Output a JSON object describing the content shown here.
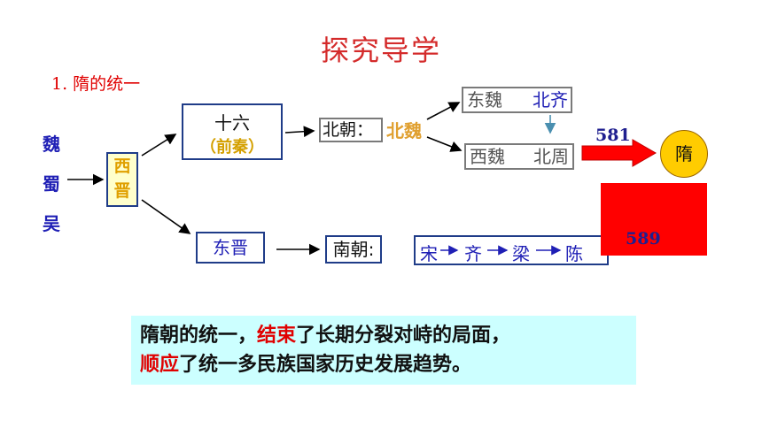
{
  "title": "探究导学",
  "section": "1. 隋的统一",
  "states": [
    "魏",
    "蜀",
    "吴"
  ],
  "xijin": [
    "西",
    "晋"
  ],
  "shiliu": {
    "line1": "十六",
    "line2": "（前秦）"
  },
  "beichao": {
    "label": "北朝：",
    "dynasty": "北魏"
  },
  "dongwei": {
    "a": "东魏",
    "b": "北齐"
  },
  "xiwei": {
    "a": "西魏",
    "b": "北周"
  },
  "dongjin": "东晋",
  "nanchao": "南朝:",
  "southern": [
    "宋",
    "齐",
    "梁",
    "陈"
  ],
  "year_581": "581",
  "year_589": "589",
  "sui": "隋",
  "summary": {
    "line1_a": "隋朝的统一，",
    "line1_red": "结束",
    "line1_b": "了长期分裂对峙的局面，",
    "line2_red": "顺应",
    "line2_b": "了统一多民族国家历史发展趋势。"
  },
  "colors": {
    "title": "#d42b2b",
    "accent_red": "#ff0000",
    "sui_circle": "#ffcc00",
    "summary_bg": "#ccffff"
  }
}
